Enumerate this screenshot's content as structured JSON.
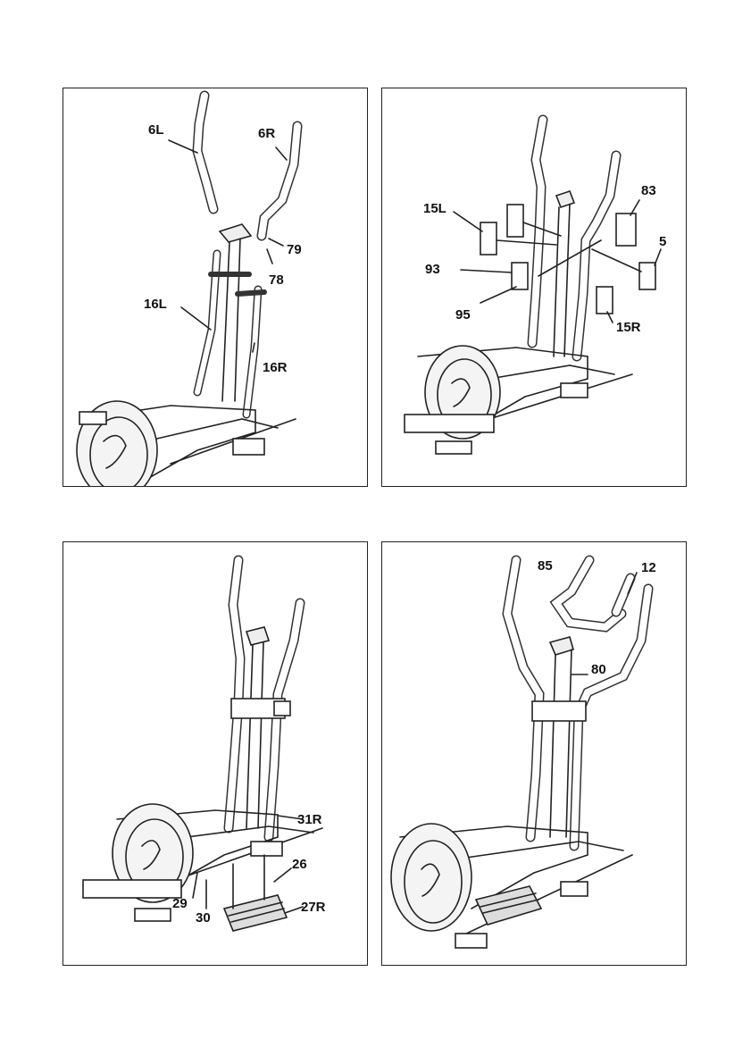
{
  "panels": [
    {
      "labels": [
        "6L",
        "6R",
        "79",
        "78",
        "16L",
        "16R"
      ]
    },
    {
      "labels": [
        "83",
        "15L",
        "5",
        "93",
        "95",
        "15R"
      ]
    },
    {
      "labels": [
        "31R",
        "26",
        "29",
        "27R",
        "30"
      ]
    },
    {
      "labels": [
        "85",
        "12",
        "80"
      ]
    }
  ]
}
